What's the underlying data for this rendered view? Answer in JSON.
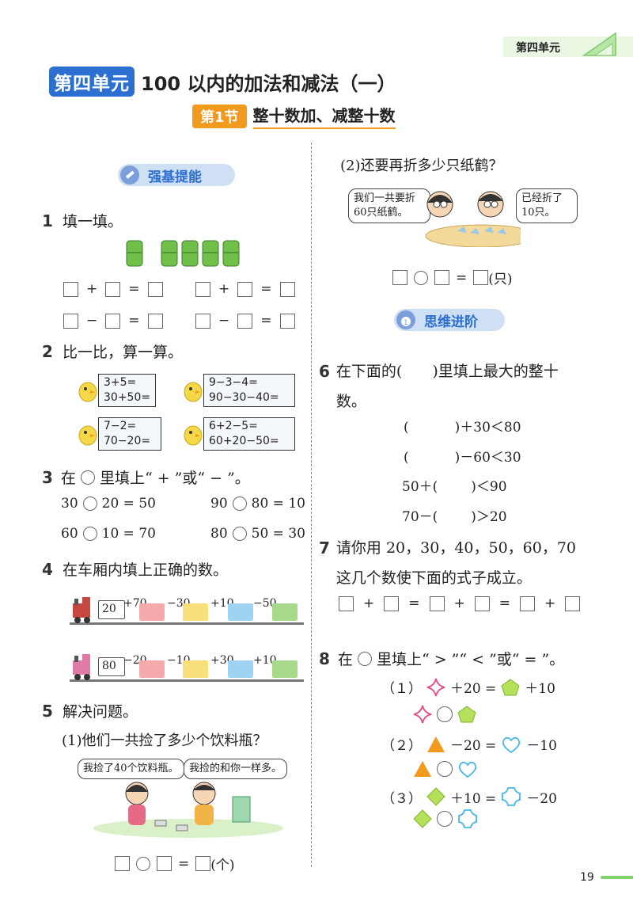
{
  "page": {
    "unit_tab": "第四单元",
    "unit_label": "第四单元",
    "title": "100 以内的加法和减法（一）",
    "section_label": "第1节",
    "section_title": "整十数加、减整十数",
    "page_number": "19"
  },
  "left": {
    "banner": "强基提能",
    "q1": {
      "num": "1",
      "text": "填一填。"
    },
    "q2": {
      "num": "2",
      "text": "比一比，算一算。",
      "cards": [
        {
          "line1": "3+5=",
          "line2": "30+50="
        },
        {
          "line1": "9−3−4=",
          "line2": "90−30−40="
        },
        {
          "line1": "7−2=",
          "line2": "70−20="
        },
        {
          "line1": "6+2−5=",
          "line2": "60+20−50="
        }
      ]
    },
    "q3": {
      "num": "3",
      "text_a": "在",
      "text_b": "里填上“ + ”或“ − ”。",
      "items": [
        {
          "a": "30",
          "b": "20 = 50"
        },
        {
          "a": "90",
          "b": "80 = 10"
        },
        {
          "a": "60",
          "b": "10 = 70"
        },
        {
          "a": "80",
          "b": "50 = 30"
        }
      ]
    },
    "q4": {
      "num": "4",
      "text": "在车厢内填上正确的数。",
      "train1": {
        "start": "20",
        "ops": [
          "+70",
          "−30",
          "+10",
          "−50"
        ]
      },
      "train2": {
        "start": "80",
        "ops": [
          "−20",
          "−10",
          "+30",
          "+10"
        ]
      }
    },
    "q5": {
      "num": "5",
      "text": "解决问题。",
      "p1": "(1)他们一共捡了多少个饮料瓶？",
      "bubble_a": "我捡了40个饮料瓶。",
      "bubble_b": "我捡的和你一样多。",
      "unit1": "(个)"
    }
  },
  "right": {
    "p2": "(2)还要再折多少只纸鹤？",
    "bubble_c": "我们一共要折60只纸鹤。",
    "bubble_d": "已经折了10只。",
    "unit2": "(只)",
    "banner": "思维进阶",
    "q6": {
      "num": "6",
      "text": "在下面的(　　)里填上最大的整十数。",
      "items": [
        {
          "pre": "(",
          "post": ")＋30＜80"
        },
        {
          "pre": "(",
          "post": ")－60＜30"
        },
        {
          "pre": "50＋(",
          "post": ")＜90"
        },
        {
          "pre": "70－(",
          "post": ")＞20"
        }
      ]
    },
    "q7": {
      "num": "7",
      "text": "请你用 20，30，40，50，60，70 这几个数使下面的式子成立。"
    },
    "q8": {
      "num": "8",
      "text_a": "在",
      "text_b": "里填上“ > ”“ < ”或“ = ”。",
      "items": [
        {
          "label": "（１）",
          "op1": "＋20 =",
          "op2": "＋10"
        },
        {
          "label": "（２）",
          "op1": "－20 =",
          "op2": "－10"
        },
        {
          "label": "（３）",
          "op1": "＋10 =",
          "op2": "－20"
        }
      ]
    }
  },
  "colors": {
    "blue": "#2c6fd1",
    "orange": "#f29a1e",
    "green": "#7fd36b",
    "pink": "#e64b86",
    "banner_bg": "#cfe0f5"
  }
}
